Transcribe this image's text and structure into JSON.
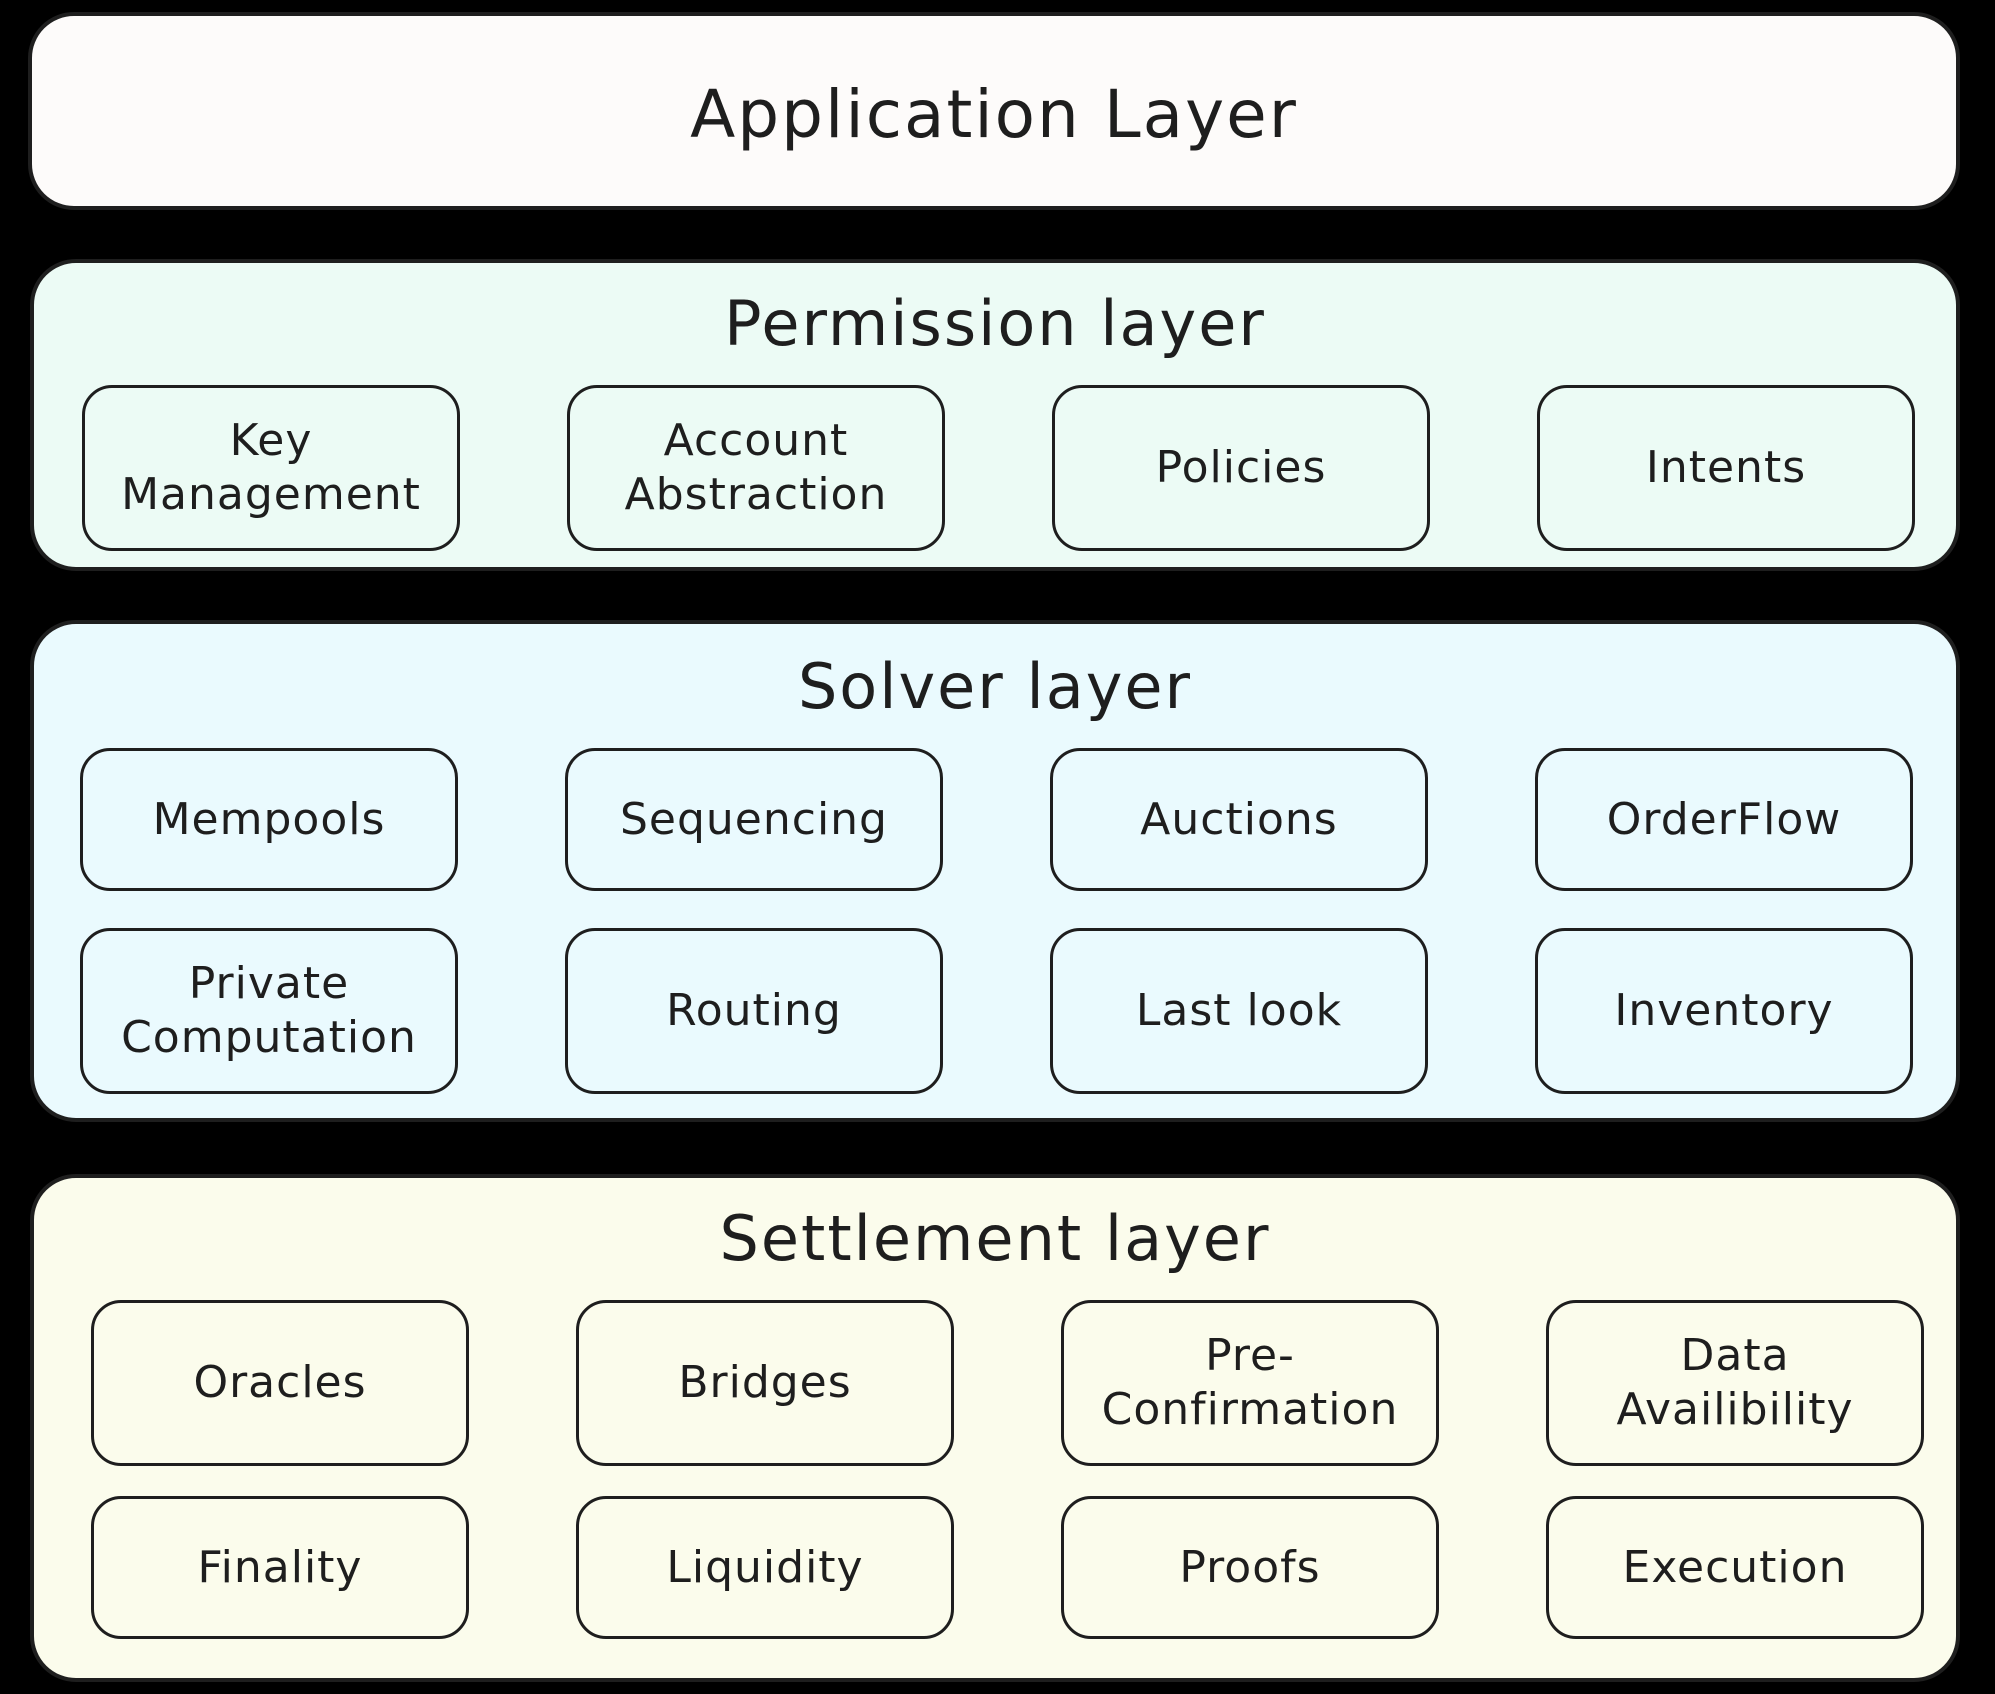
{
  "application_layer": {
    "title": "Application Layer"
  },
  "permission_layer": {
    "title": "Permission layer",
    "items": [
      {
        "label": "Key\nManagement"
      },
      {
        "label": "Account\nAbstraction"
      },
      {
        "label": "Policies"
      },
      {
        "label": "Intents"
      }
    ]
  },
  "solver_layer": {
    "title": "Solver layer",
    "items": [
      {
        "label": "Mempools"
      },
      {
        "label": "Sequencing"
      },
      {
        "label": "Auctions"
      },
      {
        "label": "OrderFlow"
      },
      {
        "label": "Private\nComputation"
      },
      {
        "label": "Routing"
      },
      {
        "label": "Last look"
      },
      {
        "label": "Inventory"
      }
    ]
  },
  "settlement_layer": {
    "title": "Settlement layer",
    "items": [
      {
        "label": "Oracles"
      },
      {
        "label": "Bridges"
      },
      {
        "label": "Pre-\nConfirmation"
      },
      {
        "label": "Data\nAvailibility"
      },
      {
        "label": "Finality"
      },
      {
        "label": "Liquidity"
      },
      {
        "label": "Proofs"
      },
      {
        "label": "Execution"
      }
    ]
  },
  "colors": {
    "background": "#000000",
    "application_fill": "#fdfbfa",
    "permission_fill": "#ecfbf5",
    "solver_fill": "#eafafe",
    "settlement_fill": "#fbfcec",
    "stroke": "#1e1e1e"
  }
}
